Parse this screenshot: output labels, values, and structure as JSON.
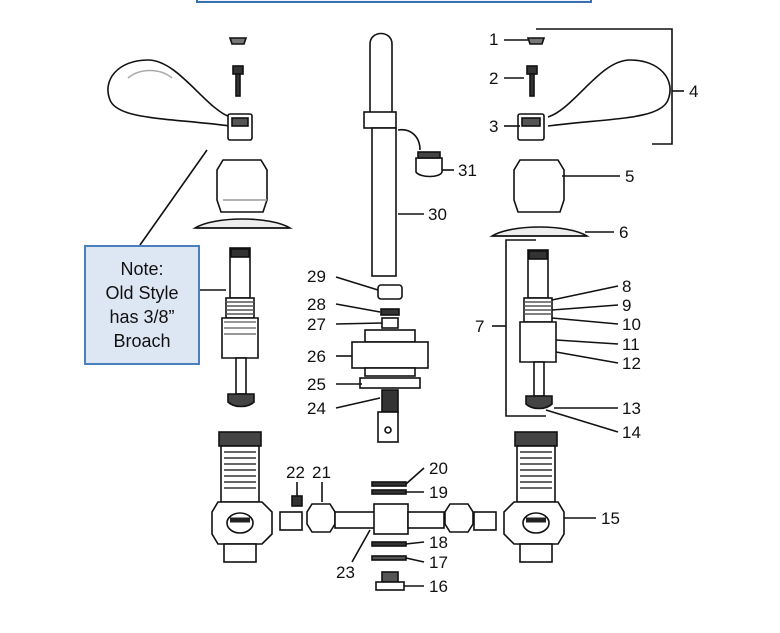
{
  "note": {
    "lines": [
      "Note:",
      "Old Style",
      "has 3/8”",
      "Broach"
    ]
  },
  "callouts": [
    {
      "id": "1"
    },
    {
      "id": "2"
    },
    {
      "id": "3"
    },
    {
      "id": "4"
    },
    {
      "id": "5"
    },
    {
      "id": "6"
    },
    {
      "id": "7"
    },
    {
      "id": "8"
    },
    {
      "id": "9"
    },
    {
      "id": "10"
    },
    {
      "id": "11"
    },
    {
      "id": "12"
    },
    {
      "id": "13"
    },
    {
      "id": "14"
    },
    {
      "id": "15"
    },
    {
      "id": "16"
    },
    {
      "id": "17"
    },
    {
      "id": "18"
    },
    {
      "id": "19"
    },
    {
      "id": "20"
    },
    {
      "id": "21"
    },
    {
      "id": "22"
    },
    {
      "id": "23"
    },
    {
      "id": "24"
    },
    {
      "id": "25"
    },
    {
      "id": "26"
    },
    {
      "id": "27"
    },
    {
      "id": "28"
    },
    {
      "id": "29"
    },
    {
      "id": "30"
    },
    {
      "id": "31"
    }
  ],
  "colors": {
    "note_fill": "#dde6f3",
    "note_border": "#4a7fbe",
    "line": "#111111",
    "part_dark": "#2a2a2a"
  }
}
